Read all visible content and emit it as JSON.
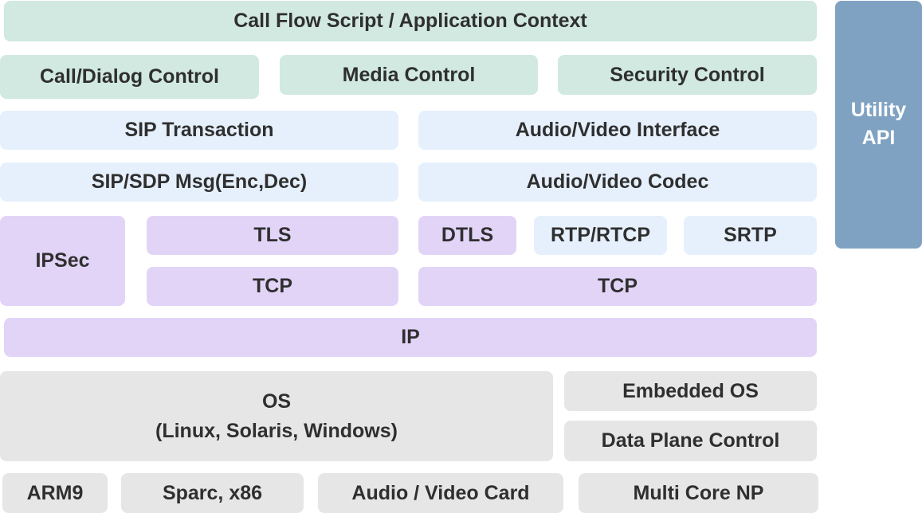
{
  "layers": {
    "call_flow": "Call Flow Script / Application Context",
    "call_dialog": "Call/Dialog Control",
    "media_control": "Media Control",
    "security_control": "Security Control",
    "sip_transaction": "SIP Transaction",
    "av_interface": "Audio/Video Interface",
    "sip_sdp": "SIP/SDP Msg(Enc,Dec)",
    "av_codec": "Audio/Video Codec",
    "ipsec": "IPSec",
    "tls": "TLS",
    "dtls": "DTLS",
    "rtp_rtcp": "RTP/RTCP",
    "srtp": "SRTP",
    "tcp_left": "TCP",
    "tcp_right": "TCP",
    "ip": "IP",
    "os_title": "OS",
    "os_subtitle": "(Linux, Solaris, Windows)",
    "embedded_os": "Embedded OS",
    "data_plane": "Data Plane Control",
    "arm9": "ARM9",
    "sparc": "Sparc, x86",
    "av_card": "Audio / Video Card",
    "multicore": "Multi Core NP"
  },
  "utility": {
    "line1": "Utility",
    "line2": "API"
  }
}
